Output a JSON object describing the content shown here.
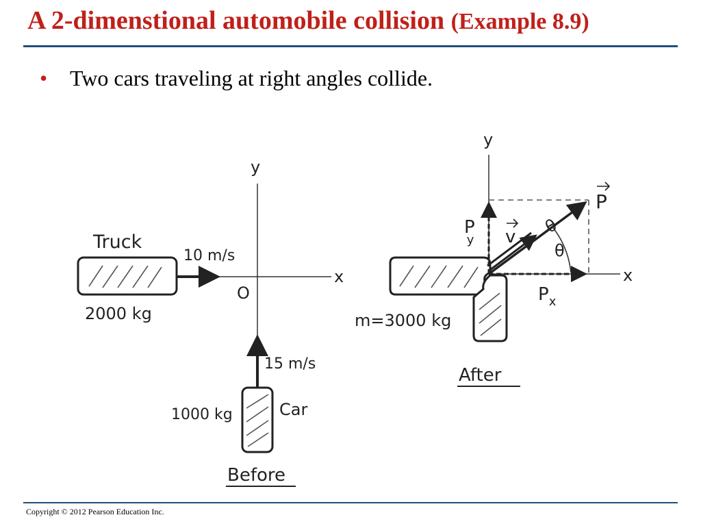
{
  "slide": {
    "title_main": "A 2-dimenstional automobile collision ",
    "title_paren": "(Example 8.9)",
    "bullet": "Two cars traveling at right angles collide.",
    "copyright": "Copyright © 2012 Pearson Education Inc."
  },
  "before": {
    "caption": "Before",
    "truck_label": "Truck",
    "truck_mass": "2000 kg",
    "truck_speed": "10 m/s",
    "car_label": "Car",
    "car_mass": "1000 kg",
    "car_speed": "15 m/s",
    "axis_x": "x",
    "axis_y": "y",
    "origin": "O"
  },
  "after": {
    "caption": "After",
    "mass_label": "m=3000 kg",
    "axis_x": "x",
    "axis_y": "y",
    "p_label": "P",
    "v_label": "v",
    "px_label": "P",
    "px_sub": "x",
    "py_label": "P",
    "py_sub": "y",
    "theta": "θ"
  },
  "colors": {
    "title": "#c0201a",
    "rule": "#1f4e79",
    "ink": "#222222"
  }
}
